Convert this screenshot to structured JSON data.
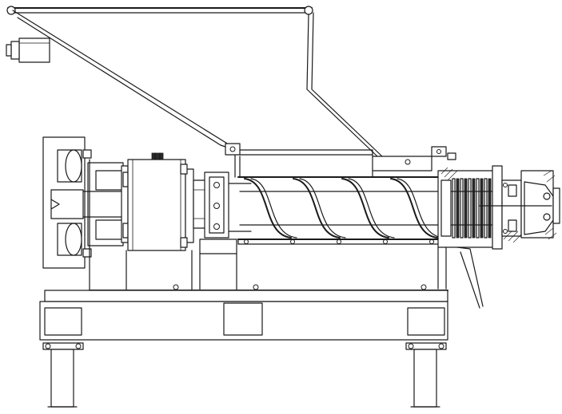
{
  "drawing": {
    "view": "side-elevation",
    "style": "black line art on white",
    "colors": {
      "line": "#1a1a1a",
      "background": "#ffffff",
      "dark_fill": "#2a2a2a"
    },
    "components": [
      "hopper",
      "hopper-support-rod",
      "counterweight",
      "drive-pulley",
      "bearing-housing",
      "gearbox",
      "shaft-coupling",
      "screw-flight",
      "barrel",
      "press-head",
      "discharge-cone",
      "drip-chute",
      "base-frame",
      "support-legs"
    ],
    "screw_flight_turns": 4
  }
}
